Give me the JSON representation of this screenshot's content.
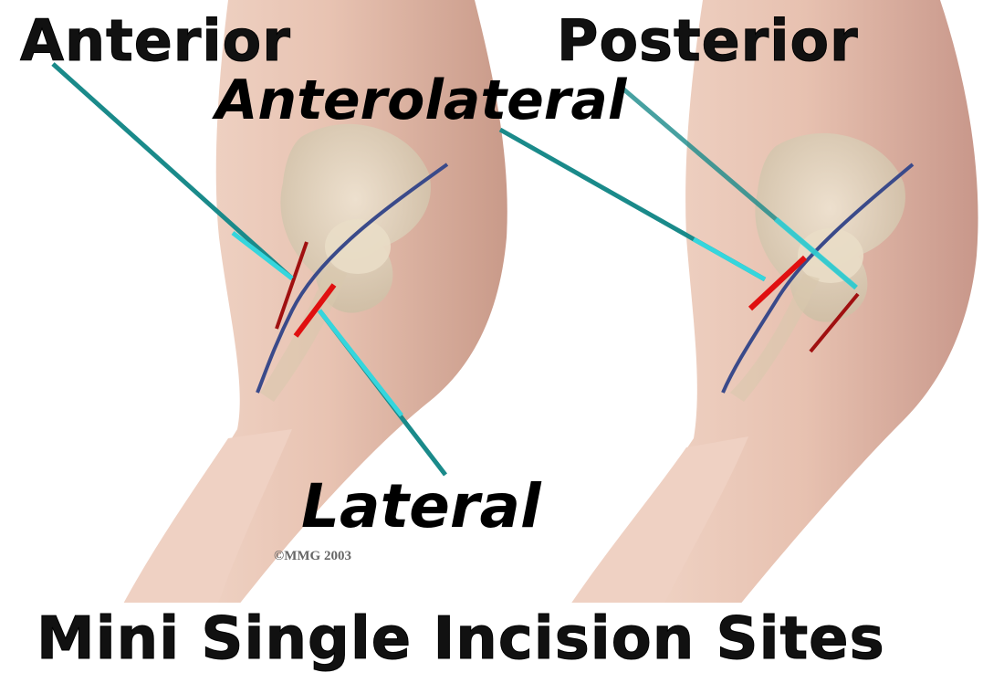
{
  "labels": {
    "anterior": "Anterior",
    "posterior": "Posterior",
    "anterolateral": "Anterolateral",
    "lateral": "Lateral",
    "copyright": "©MMG 2003",
    "title": "Mini Single Incision Sites"
  },
  "colors": {
    "skin": "#e6bfae",
    "skin_shadow": "#c9998a",
    "bone": "#ddd0b8",
    "leader": "#1a8a8a",
    "leader_light": "#35d6dd",
    "incision": "#e01010",
    "incision_dark": "#a01010",
    "femoral_line": "#3a4a8a",
    "text": "#000000"
  }
}
